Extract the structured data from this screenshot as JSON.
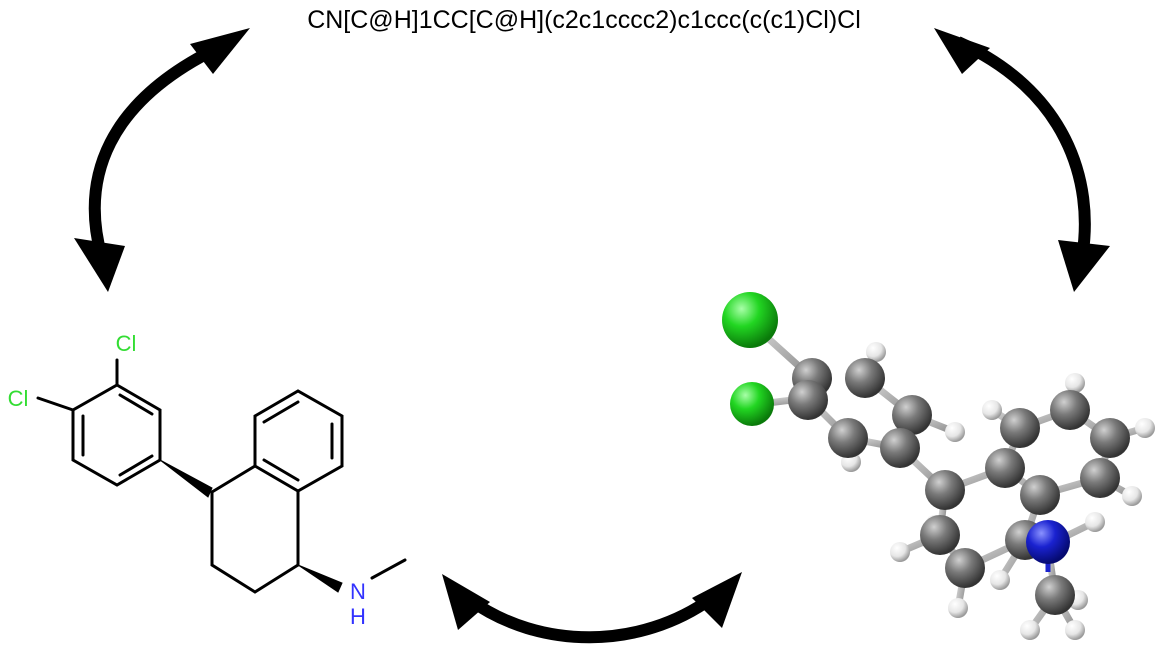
{
  "smiles": "CN[C@H]1CC[C@H](c2c1cccc2)c1ccc(c(c1)Cl)Cl",
  "structure_2d": {
    "atom_labels": {
      "cl_top": "Cl",
      "cl_left": "Cl",
      "n": "N",
      "h": "H"
    },
    "colors": {
      "bond": "#000000",
      "chlorine": "#33dd33",
      "nitrogen": "#3333ff"
    }
  },
  "model_3d": {
    "colors": {
      "carbon": "#5a5a5a",
      "hydrogen": "#ffffff",
      "chlorine": "#1fcf1f",
      "nitrogen": "#1a22cc"
    }
  },
  "arrows": [
    "smiles-to-2d-structure",
    "smiles-to-3d-model",
    "2d-structure-to-3d-model"
  ]
}
